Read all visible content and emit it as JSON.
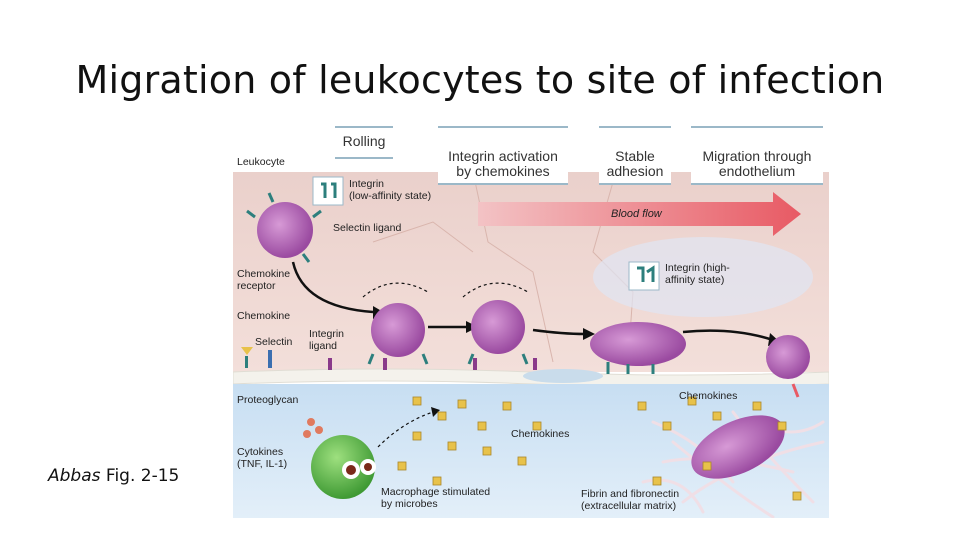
{
  "slide": {
    "title": "Migration of leukocytes to site of infection",
    "caption_author": "Abbas",
    "caption_ref": "Fig. 2-15"
  },
  "stages": [
    "Rolling",
    "Integrin activation\nby chemokines",
    "Stable\nadhesion",
    "Migration through\nendothelium"
  ],
  "labels": {
    "leukocyte": "Leukocyte",
    "integrin_low": "Integrin\n(low-affinity state)",
    "selectin_ligand": "Selectin ligand",
    "blood_flow": "Blood flow",
    "chemokine_receptor": "Chemokine\nreceptor",
    "integrin_high": "Integrin (high-\naffinity state)",
    "chemokine": "Chemokine",
    "integrin_ligand": "Integrin\nligand",
    "selectin": "Selectin",
    "proteoglycan": "Proteoglycan",
    "chemokines_right": "Chemokines",
    "chemokines_center": "Chemokines",
    "cytokines": "Cytokines\n(TNF, IL-1)",
    "macrophage": "Macrophage stimulated\nby microbes",
    "fibrin": "Fibrin and fibronectin\n(extracellular matrix)"
  },
  "colors": {
    "vessel": "#f1d9d4",
    "tissue": "#d6e8f6",
    "endothelium": "#f4f2ec",
    "cell": "#b463b5",
    "arrow": "#e85a64",
    "macrophage": "#5fb54a"
  }
}
